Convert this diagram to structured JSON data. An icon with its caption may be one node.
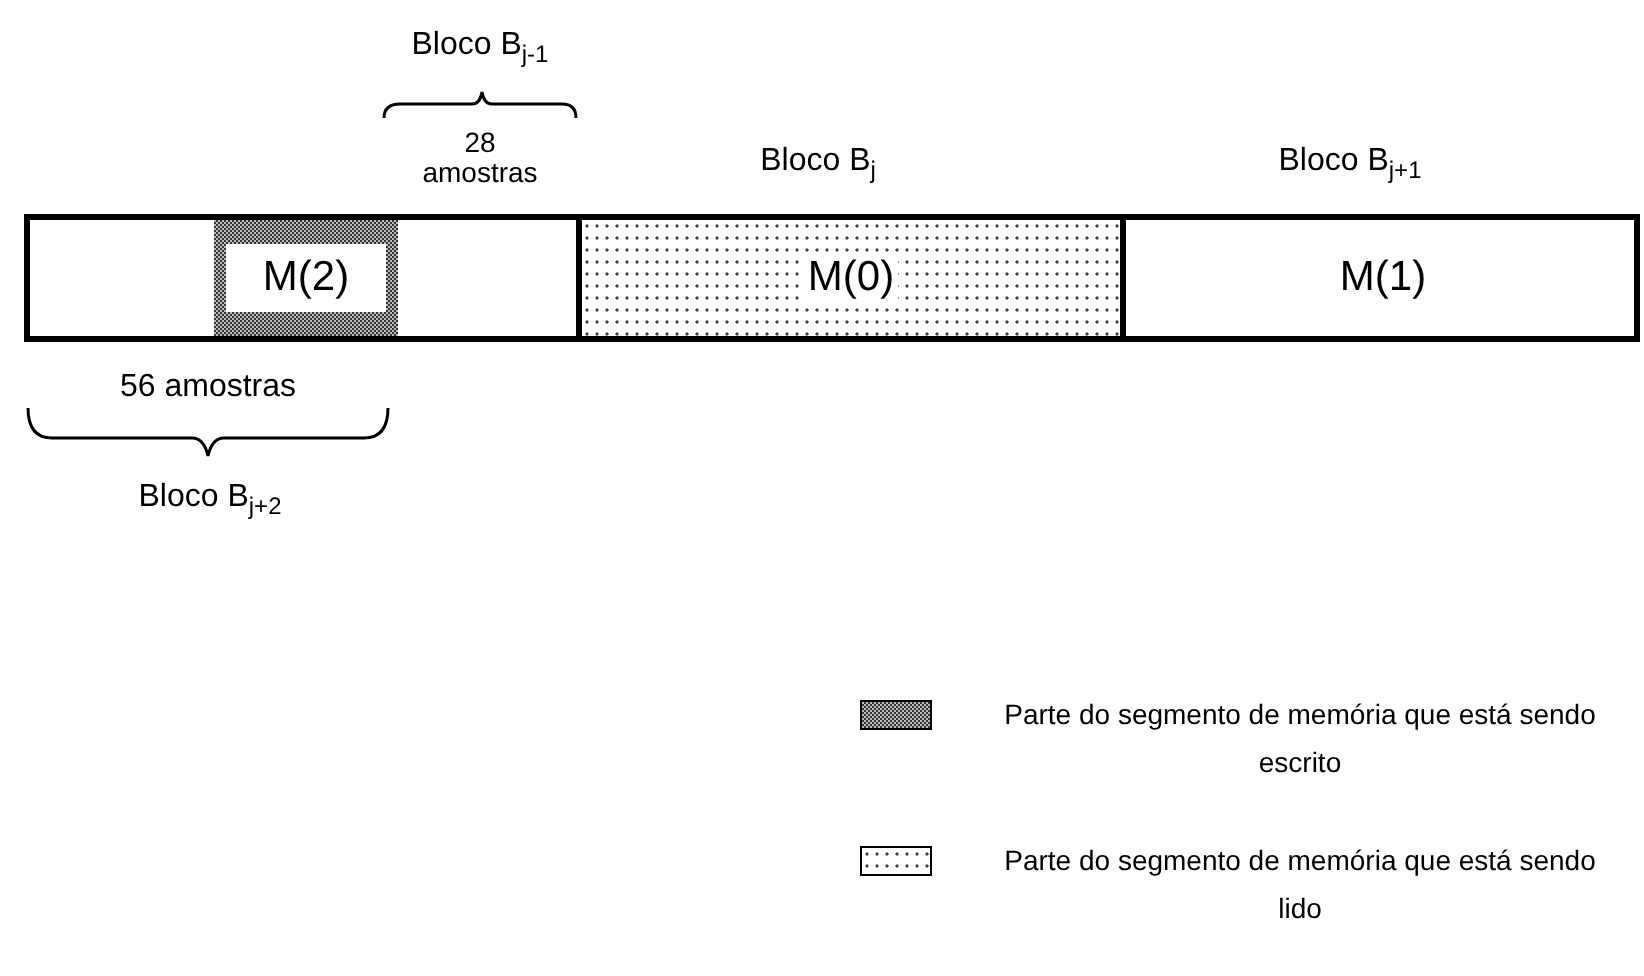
{
  "diagram": {
    "nodes": [
      {
        "text": [
          "M(2)"
        ]
      },
      {
        "text": [
          "M(0)"
        ],
        "beside": [
          "Bloco B$_{j}$"
        ]
      },
      {
        "text": [
          "M(1)"
        ],
        "beside": [
          "Bloco B$_{j+1}$"
        ]
      }
    ],
    "labels": [
      "Bloco B$_{j-1}$",
      "28 amostras",
      "56 amostras",
      "Bloco B$_{j+2}$"
    ],
    "legend": [
      {
        "text": "Parte do segmento de memória que está sendo escrito"
      },
      {
        "text": "Parte do segmento de memória que está sendo lido"
      }
    ]
  }
}
